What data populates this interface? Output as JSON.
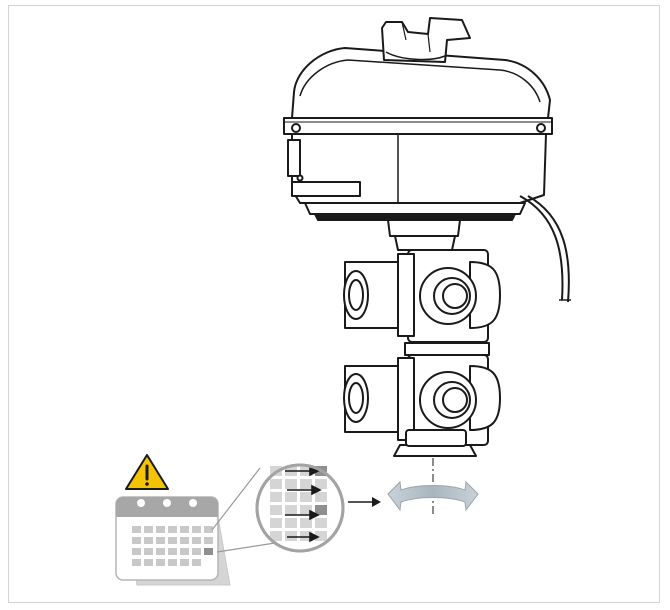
{
  "figure": {
    "parts": {
      "actuator": "actuator-housing",
      "handle": "manual-override-handle",
      "cable": "power-cable",
      "valve": "multiport-valve-body",
      "warning": "warning-triangle-icon",
      "calendar": "calendar-icon",
      "magnifier": "schedule-magnifier",
      "rotation": "rotation-arrows-icon"
    },
    "colors": {
      "line": "#1a1a1a",
      "warning_fill": "#f5c400",
      "gray": "#9a9a9a",
      "light_gray": "#d5d5d5",
      "rotation_fill": "#b9c4cc"
    }
  }
}
